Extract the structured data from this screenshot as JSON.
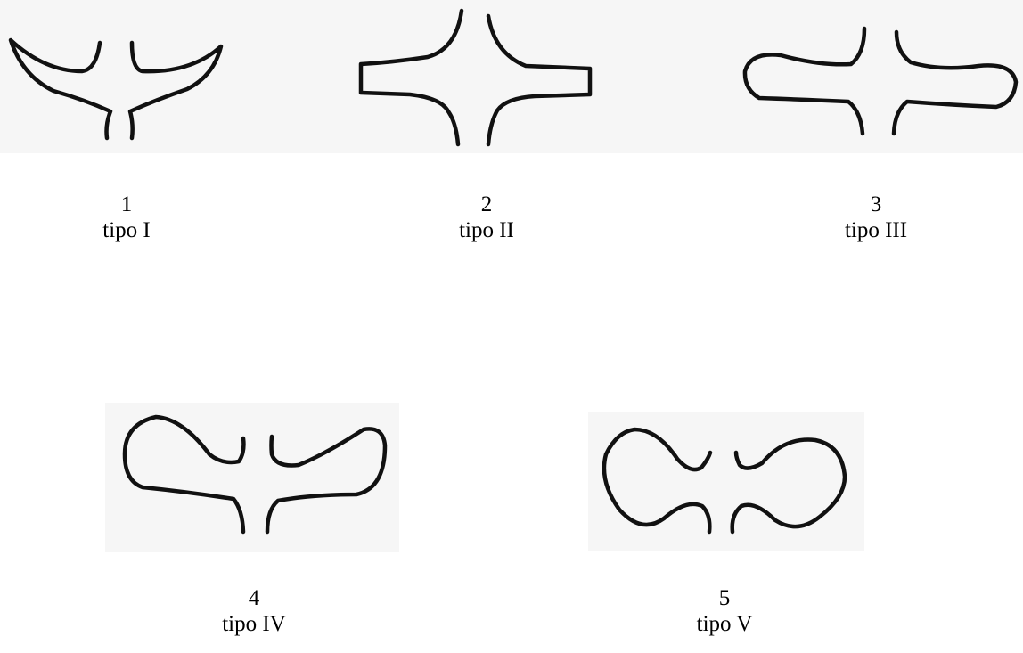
{
  "figures": [
    {
      "number": "1",
      "label": "tipo I"
    },
    {
      "number": "2",
      "label": "tipo II"
    },
    {
      "number": "3",
      "label": "tipo III"
    },
    {
      "number": "4",
      "label": "tipo IV"
    },
    {
      "number": "5",
      "label": "tipo V"
    }
  ],
  "colors": {
    "stroke": "#111111",
    "background": "#ffffff",
    "panel": "#f6f6f6"
  }
}
